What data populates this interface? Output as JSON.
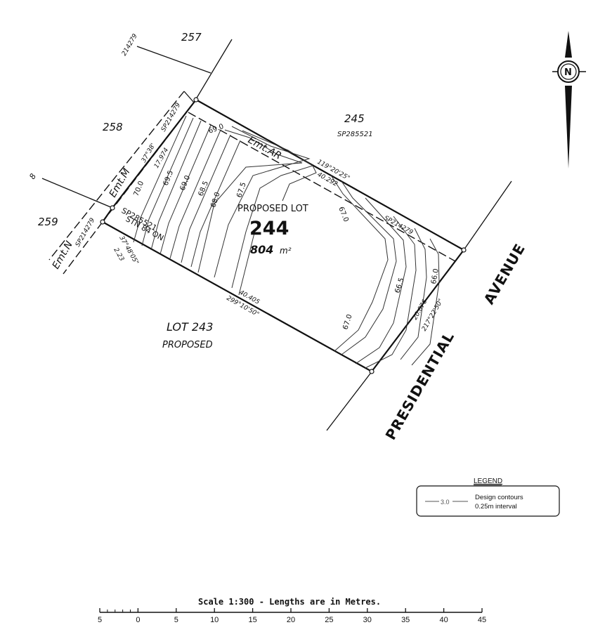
{
  "lots": {
    "l257": "257",
    "l258": "258",
    "l259": "259",
    "l245": "245",
    "sp245": "SP285521",
    "lot243": "LOT 243",
    "proposed243": "PROPOSED"
  },
  "proposed": {
    "caption": "PROPOSED LOT",
    "number": "244",
    "area_value": "804",
    "area_unit": "m²"
  },
  "easements": {
    "emt_ar": "Emt.AR",
    "emt_m": "Emt.M",
    "emt_n": "Emt.N"
  },
  "plan_refs": {
    "sp_top": "214279",
    "sp_left_upper": "SP214279",
    "sp_left_lower": "SP214279",
    "sp_right": "SP214279",
    "stn_line1": "STN 84 ON",
    "stn_line2": "SP285521",
    "side_mark": "8"
  },
  "bearings": {
    "b1": "37°38'",
    "d1": "17.974",
    "b2": "37°48'05\"",
    "d2": "2.23",
    "b3": "119°20'25\"",
    "d3": "40.292",
    "b4": "299°10'50\"",
    "d4": "40.405",
    "d5": "20.076",
    "b5": "217°22'50\""
  },
  "contours": {
    "c700": "70.0",
    "c695": "69.5",
    "c690a": "69.0",
    "c690b": "69.0",
    "c685": "68.5",
    "c680": "68.0",
    "c675": "67.5",
    "c670a": "67.0",
    "c670b": "67.0",
    "c665": "66.5",
    "c660": "66.0"
  },
  "roads": {
    "avenue": "AVENUE",
    "presidential": "PRESIDENTIAL"
  },
  "north": {
    "letter": "N"
  },
  "legend": {
    "title": "LEGEND",
    "sample": "3.0",
    "line1": "Design contours",
    "line2": "0.25m interval"
  },
  "scale": {
    "title": "Scale 1:300 - Lengths are in Metres.",
    "ticks": [
      "5",
      "0",
      "5",
      "10",
      "15",
      "20",
      "25",
      "30",
      "35",
      "40",
      "45"
    ]
  }
}
